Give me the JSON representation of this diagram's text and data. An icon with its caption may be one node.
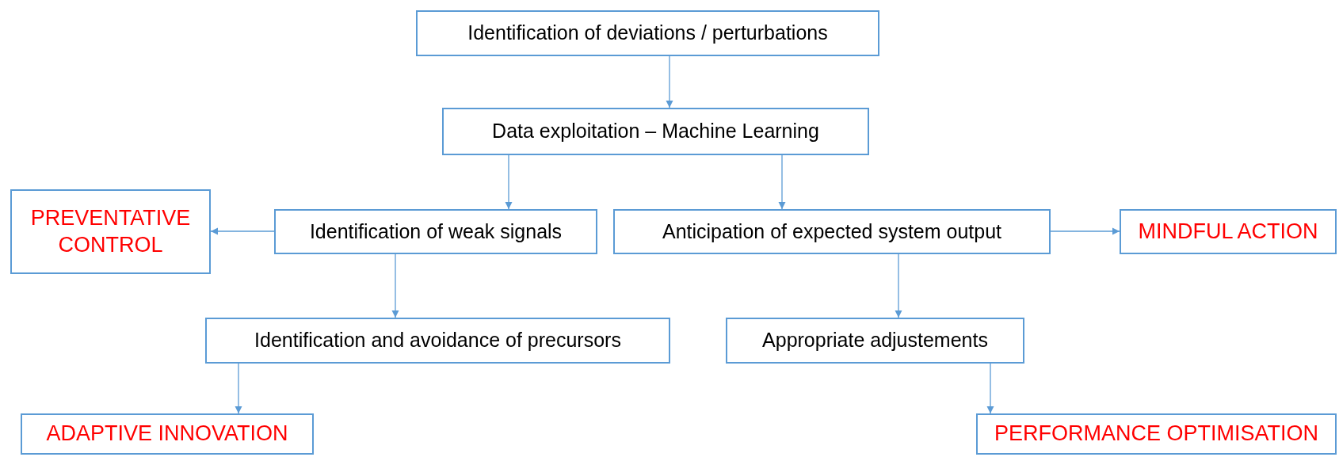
{
  "diagram": {
    "nodes": [
      {
        "text": [
          "Identification of deviations / perturbations"
        ]
      },
      {
        "text": [
          "Data exploitation – Machine Learning"
        ]
      },
      {
        "text": [
          "PREVENTATIVE CONTROL"
        ]
      },
      {
        "text": [
          "Identification of weak signals"
        ]
      },
      {
        "text": [
          "Anticipation of expected system output"
        ]
      },
      {
        "text": [
          "MINDFUL ACTION"
        ]
      },
      {
        "text": [
          "Identification and avoidance of precursors"
        ]
      },
      {
        "text": [
          "Appropriate adjustements"
        ]
      },
      {
        "text": [
          "ADAPTIVE INNOVATION"
        ]
      },
      {
        "text": [
          "PERFORMANCE OPTIMISATION"
        ]
      }
    ],
    "edges": [
      {
        "from": 0,
        "to": 1,
        "arrow": "to"
      },
      {
        "from": 1,
        "to": 3,
        "arrow": "to"
      },
      {
        "from": 1,
        "to": 4,
        "arrow": "to"
      },
      {
        "from": 3,
        "to": 2,
        "arrow": "to"
      },
      {
        "from": 4,
        "to": 5,
        "arrow": "to"
      },
      {
        "from": 3,
        "to": 6,
        "arrow": "to"
      },
      {
        "from": 4,
        "to": 7,
        "arrow": "to"
      },
      {
        "from": 6,
        "to": 8,
        "arrow": "to"
      },
      {
        "from": 7,
        "to": 9,
        "arrow": "to"
      }
    ]
  }
}
